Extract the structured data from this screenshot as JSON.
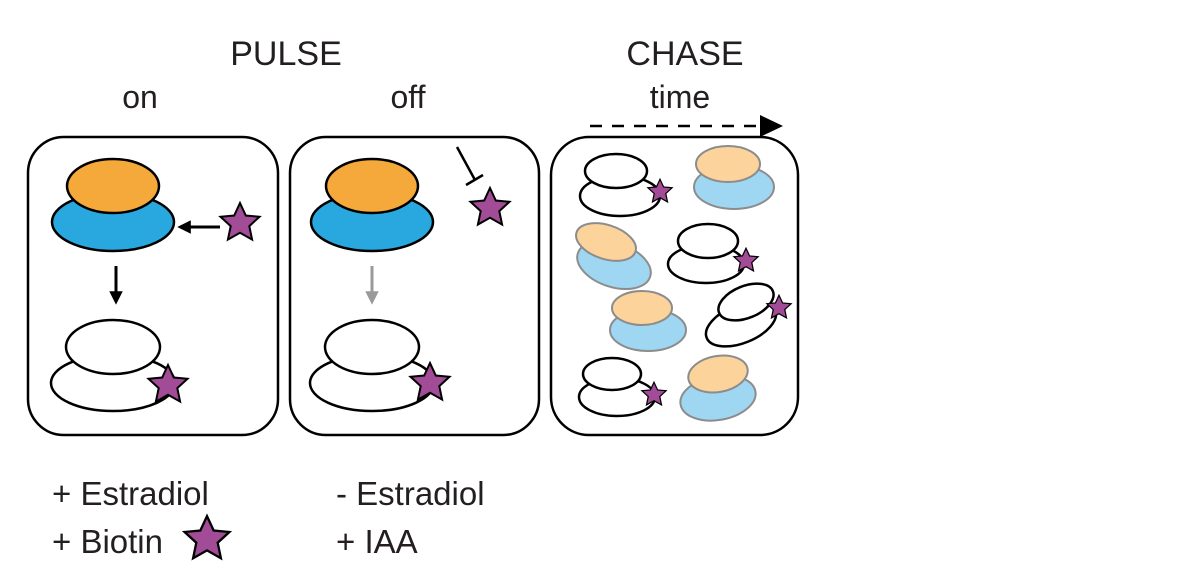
{
  "pulse": {
    "title": "PULSE",
    "on_label": "on",
    "off_label": "off"
  },
  "chase": {
    "title": "CHASE",
    "time_label": "time"
  },
  "conditions": {
    "on": [
      "+ Estradiol",
      "+ Biotin"
    ],
    "off": [
      "- Estradiol",
      "+ IAA"
    ]
  },
  "colors": {
    "orange": "#f5a93b",
    "blue": "#29a8e0",
    "light_orange": "#fbd39b",
    "light_blue": "#9fd6f2",
    "star": "#a24b97",
    "gray_arrow": "#9a9a9a",
    "text": "#231f20"
  },
  "icons": {
    "biotin": "star-icon",
    "arrow": "arrow-icon",
    "inhibitor": "inhibition-bar-icon"
  }
}
